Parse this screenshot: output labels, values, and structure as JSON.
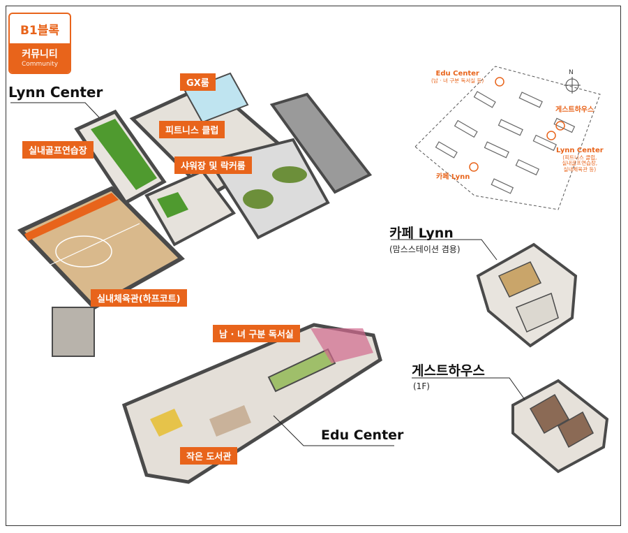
{
  "badge": {
    "block": "B1블록",
    "title": "커뮤니티",
    "subtitle": "Community"
  },
  "main_labels": {
    "lynn_center": "Lynn Center",
    "gx_room": "GX룸",
    "fitness_club": "피트니스 클럽",
    "indoor_golf": "실내골프연습장",
    "shower_locker": "샤워장 및 락커룸",
    "indoor_gym": "실내체육관(하프코트)",
    "study_room": "남 · 녀 구분 독서실",
    "small_library": "작은 도서관",
    "edu_center": "Edu Center"
  },
  "cafe": {
    "title": "카페 Lynn",
    "subtitle": "(맘스스테이션 겸용)"
  },
  "guesthouse": {
    "title": "게스트하우스",
    "subtitle": "(1F)"
  },
  "site_map": {
    "edu_center": "Edu Center",
    "edu_center_note": "(남 · 녀 구분 독서실 등)",
    "guesthouse": "게스트하우스",
    "lynn_center": "Lynn Center",
    "lynn_center_note_1": "(피트니스 클럽,",
    "lynn_center_note_2": "실내골프연습장,",
    "lynn_center_note_3": "실내체육관 등)",
    "cafe": "카페 Lynn",
    "north": "N"
  },
  "colors": {
    "accent": "#e8641b",
    "floor": "#d9d4cc",
    "wall": "#4a4a4a",
    "green": "#4f9a2f"
  }
}
